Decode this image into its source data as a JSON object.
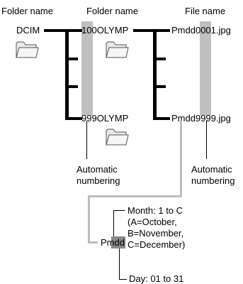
{
  "headers": {
    "col1": "Folder name",
    "col2": "Folder name",
    "col3": "File name"
  },
  "folders": {
    "root": "DCIM",
    "first_sub": "100OLYMP",
    "last_sub": "999OLYMP"
  },
  "files": {
    "first": "Pmdd0001.jpg",
    "last": "Pmdd9999.jpg"
  },
  "labels": {
    "auto1_line1": "Automatic",
    "auto1_line2": "numbering",
    "auto2_line1": "Automatic",
    "auto2_line2": "numbering"
  },
  "breakdown": {
    "code": "Pmdd",
    "month_line1": "Month: 1 to C",
    "month_line2": "(A=October,",
    "month_line3": "B=November,",
    "month_line4": "C=December)",
    "day": "Day: 01 to 31"
  },
  "colors": {
    "highlight_gray": "#c0c0c0",
    "line_gray": "#bdbdbd",
    "dd_highlight": "#8a8a8a"
  },
  "icons": [
    "folder-icon",
    "folder-icon",
    "folder-icon"
  ]
}
